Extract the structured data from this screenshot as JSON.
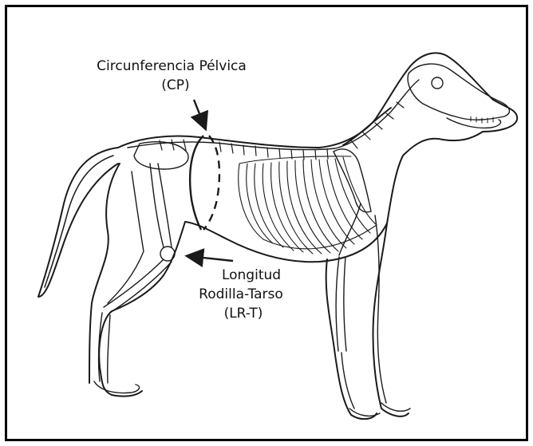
{
  "labels": {
    "pelvic_circumference": "Circunferencia Pélvica",
    "pelvic_circumference_abbr": "(CP)",
    "knee_tarsus_line1": "Longitud",
    "knee_tarsus_line2": "Rodilla-Tarso",
    "knee_tarsus_abbr": "(LR-T)"
  },
  "colors": {
    "line": "#1a1a1a",
    "fill": "#ffffff",
    "frame": "#000000"
  }
}
